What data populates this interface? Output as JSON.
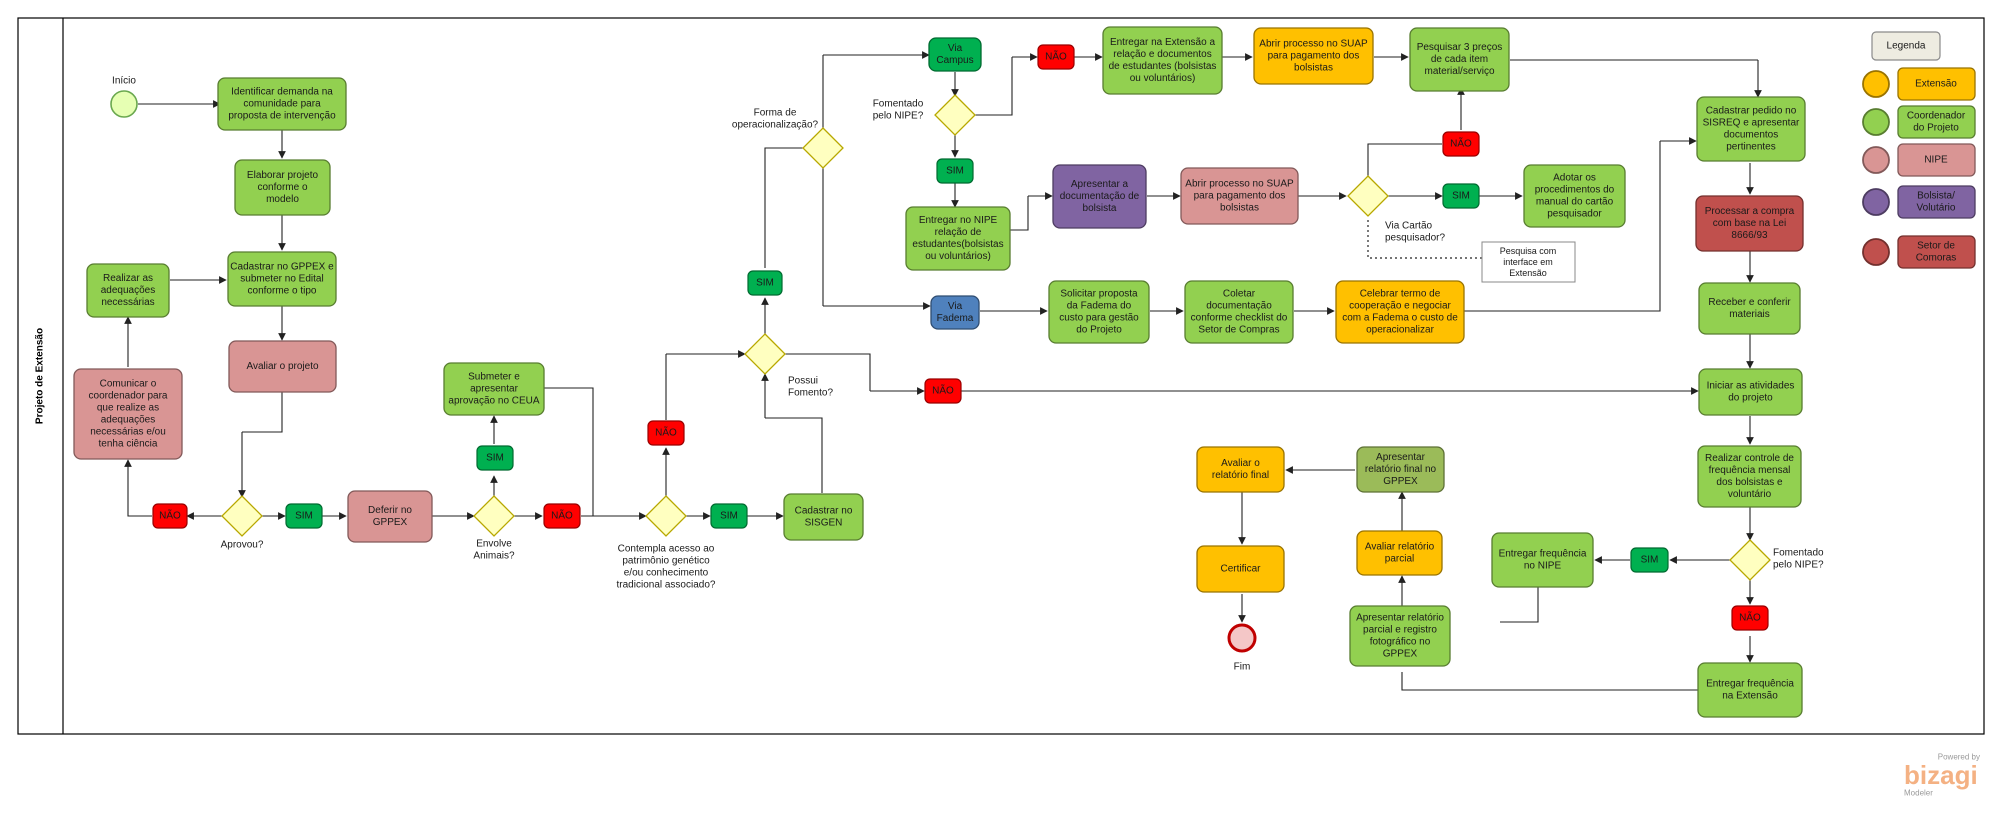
{
  "pool_label": "Projeto de Extensão",
  "colors": {
    "green": "#92d050",
    "green_dark": "#00b050",
    "yellow": "#ffc000",
    "pink": "#d99594",
    "purple": "#8064a2",
    "red": "#ff0000",
    "darkred": "#c0504d",
    "blue": "#4f81bd",
    "olive": "#9bbb59",
    "diamond": "#ffffc0"
  },
  "events": {
    "start": "Início",
    "end": "Fim"
  },
  "tasks": {
    "identificar": [
      "Identificar demanda na",
      "comunidade para",
      "proposta de intervenção"
    ],
    "elaborar": [
      "Elaborar projeto",
      "conforme o",
      "modelo"
    ],
    "cadastrar_gppex": [
      "Cadastrar no GPPEX e",
      "submeter no Edital",
      "conforme o tipo"
    ],
    "realizar_adequacoes": [
      "Realizar as",
      "adequações",
      "necessárias"
    ],
    "avaliar_projeto": [
      "Avaliar  o projeto"
    ],
    "comunicar": [
      "Comunicar o",
      "coordenador para",
      "que realize as",
      "adequações",
      "necessárias e/ou",
      "tenha ciência"
    ],
    "deferir": [
      "Deferir no",
      "GPPEX"
    ],
    "submeter_ceua": [
      "Submeter e",
      "apresentar",
      "aprovação no CEUA"
    ],
    "cadastrar_sisgen": [
      "Cadastrar  no",
      "SISGEN"
    ],
    "entregar_extensao": [
      "Entregar na Extensão a",
      "relação e documentos",
      "de estudantes (bolsistas",
      "ou voluntários)"
    ],
    "abrir_suap_1": [
      "Abrir processo no SUAP",
      "para pagamento dos",
      "bolsistas"
    ],
    "pesquisar_precos": [
      "Pesquisar 3 preços",
      "de cada item",
      "material/serviço"
    ],
    "entregar_nipe": [
      "Entregar no NIPE",
      "relação de",
      "estudantes(bolsistas",
      "ou voluntários)"
    ],
    "apresentar_doc": [
      "Apresentar a",
      "documentação de",
      "bolsista"
    ],
    "abrir_suap_2": [
      "Abrir processo no SUAP",
      "para pagamento dos",
      "bolsistas"
    ],
    "adotar": [
      "Adotar os",
      "procedimentos do",
      "manual do cartão",
      "pesquisador"
    ],
    "solicitar_fadema": [
      "Solicitar proposta",
      "da Fadema do",
      "custo para gestão",
      "do Projeto"
    ],
    "coletar": [
      "Coletar",
      "documentação",
      "conforme checklist do",
      "Setor de Compras"
    ],
    "celebrar": [
      "Celebrar termo de",
      "cooperação e negociar",
      "com a Fadema o custo de",
      "operacionalizar"
    ],
    "cadastrar_sisreq": [
      "Cadastrar pedido no",
      "SISREQ e apresentar",
      "documentos",
      "pertinentes"
    ],
    "processar_compra": [
      "Processar a compra",
      "com base na  Lei",
      "8666/93"
    ],
    "receber": [
      "Receber e conferir",
      "materiais"
    ],
    "iniciar": [
      "Iniciar as atividades",
      "do projeto"
    ],
    "controle": [
      "Realizar controle de",
      "frequência mensal",
      "dos bolsistas e",
      "voluntário"
    ],
    "freq_nipe": [
      "Entregar frequência",
      "no NIPE"
    ],
    "freq_extensao": [
      "Entregar frequência",
      "na Extensão"
    ],
    "rel_parcial": [
      "Apresentar relatório",
      "parcial e registro",
      "fotográfico no",
      "GPPEX"
    ],
    "avaliar_parcial": [
      "Avaliar relatório",
      "parcial"
    ],
    "rel_final": [
      "Apresentar",
      "relatório final no",
      "GPPEX"
    ],
    "avaliar_final": [
      "Avaliar o",
      "relatório final"
    ],
    "certificar": [
      "Certificar"
    ],
    "via_campus": [
      "Via",
      "Campus"
    ],
    "via_fadema": [
      "Via",
      "Fadema"
    ]
  },
  "labels": {
    "sim": "SIM",
    "nao": "NÃO"
  },
  "gateways": {
    "aprovou": [
      "Aprovou?"
    ],
    "envolve": [
      "Envolve",
      "Animais?"
    ],
    "contempla": [
      "Contempla acesso ao",
      "patrimônio genético",
      "e/ou conhecimento",
      "tradicional associado?"
    ],
    "possui": [
      "Possui",
      "Fomento?"
    ],
    "forma": [
      "Forma de",
      "operacionalização?"
    ],
    "fomentado_1": [
      "Fomentado",
      "pelo NIPE?"
    ],
    "via_cartao": [
      "Via Cartão",
      "pesquisador?"
    ],
    "fomentado_2": [
      "Fomentado",
      "pelo NIPE?"
    ]
  },
  "annotation": [
    "Pesquisa com",
    "interface em",
    "Extensão"
  ],
  "legend": {
    "title": "Legenda",
    "items": [
      {
        "label": [
          "Extensão"
        ],
        "color": "#ffc000"
      },
      {
        "label": [
          "Coordenador",
          "do Projeto"
        ],
        "color": "#92d050"
      },
      {
        "label": [
          "NIPE"
        ],
        "color": "#d99594"
      },
      {
        "label": [
          "Bolsista/",
          "Volutário"
        ],
        "color": "#8064a2"
      },
      {
        "label": [
          "Setor de",
          "Comoras"
        ],
        "color": "#c0504d"
      }
    ]
  },
  "watermark": {
    "powered": "Powered by",
    "brand": "bizagi",
    "product": "Modeler"
  }
}
